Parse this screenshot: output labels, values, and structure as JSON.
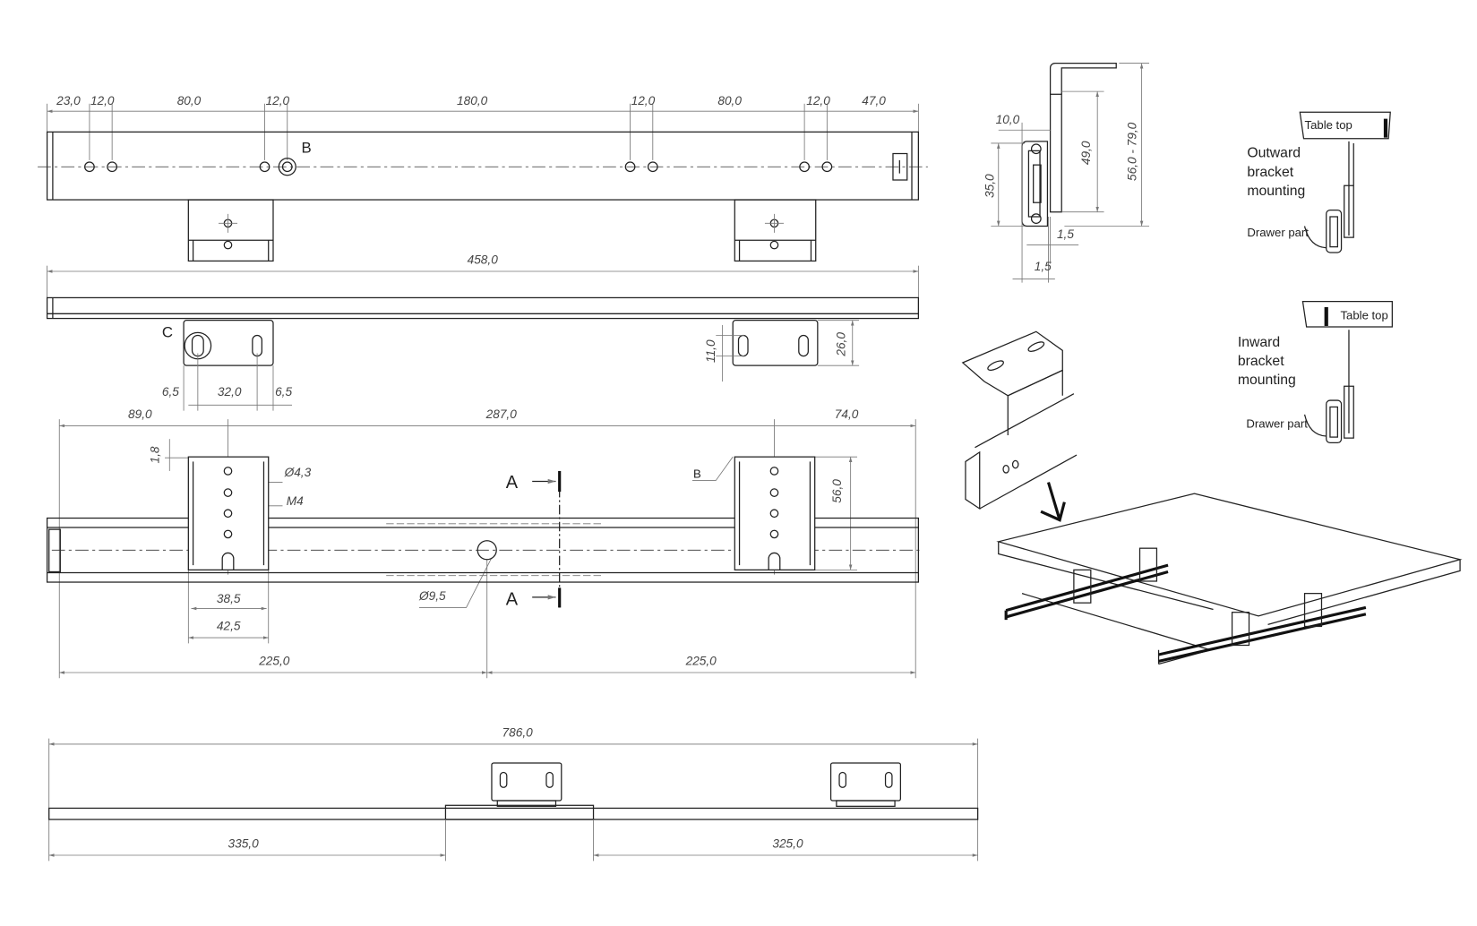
{
  "top_view": {
    "dims": [
      "23,0",
      "12,0",
      "80,0",
      "12,0",
      "180,0",
      "12,0",
      "80,0",
      "12,0",
      "47,0"
    ],
    "detail_label": "B"
  },
  "side_view": {
    "length": "458,0",
    "detail_label": "C",
    "slot_height": "11,0",
    "plate_height": "26,0",
    "bottom_dims": [
      "6,5",
      "32,0",
      "6,5"
    ]
  },
  "front_view": {
    "top_dims": [
      "89,0",
      "287,0",
      "74,0"
    ],
    "offset": "1,8",
    "hole_dia": "Ø4,3",
    "thread": "M4",
    "detail_label": "B",
    "bracket_height": "56,0",
    "section_label": "A",
    "inner_width": "38,5",
    "outer_width": "42,5",
    "center_hole": "Ø9,5",
    "half_dims": [
      "225,0",
      "225,0"
    ]
  },
  "extended_view": {
    "length": "786,0",
    "left": "335,0",
    "right": "325,0"
  },
  "section_view": {
    "d_width": "10,0",
    "d_rail_height": "35,0",
    "d_bracket": "49,0",
    "d_range": "56,0 - 79,0",
    "d_gap1": "1,5",
    "d_gap2": "1,5"
  },
  "mounting": {
    "outward": {
      "table": "Table top",
      "title_lines": [
        "Outward",
        "bracket",
        "mounting"
      ],
      "drawer": "Drawer part"
    },
    "inward": {
      "table": "Table top",
      "title_lines": [
        "Inward",
        "bracket",
        "mounting"
      ],
      "drawer": "Drawer part"
    }
  }
}
